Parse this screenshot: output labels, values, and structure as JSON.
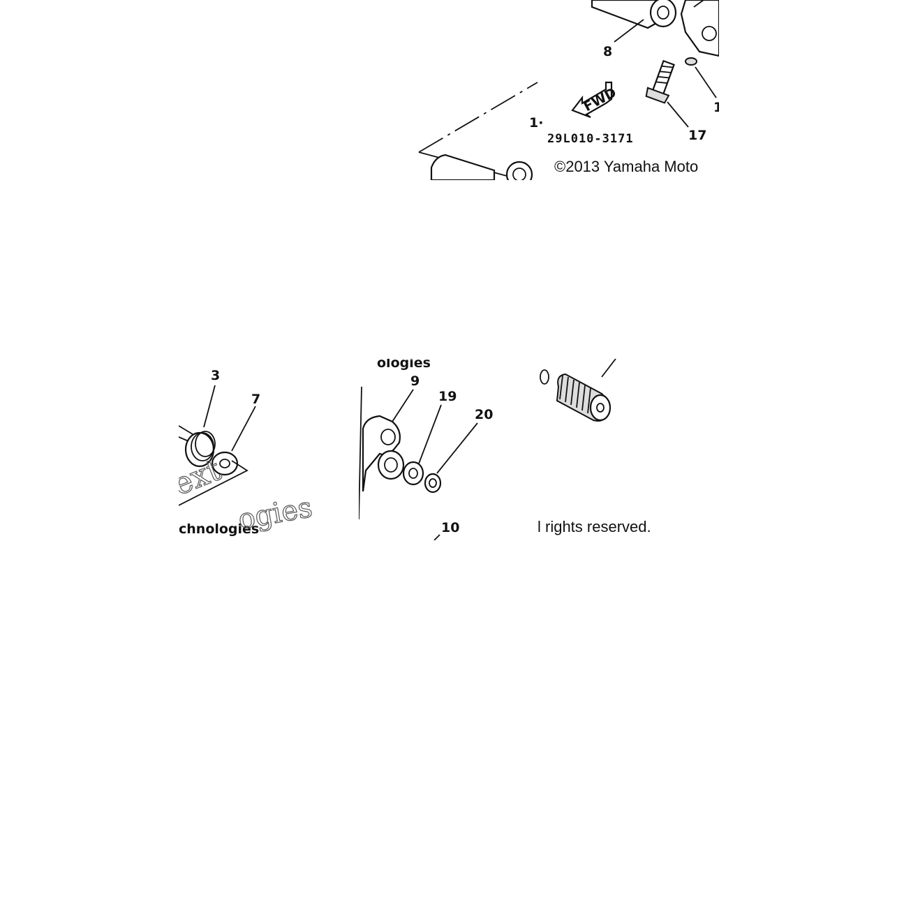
{
  "callouts": {
    "c8": "8",
    "c17": "17",
    "c14": "1·",
    "c15": "1",
    "c3": "3",
    "c7": "7",
    "c9": "9",
    "c19": "19",
    "c20": "20",
    "c10": "10"
  },
  "fwd_label": "FWD",
  "drawing_code": "29L010-3171",
  "copyright": "©2013 Yamaha Moto",
  "rights": "l rights reserved.",
  "watermarks": {
    "w1": "ext",
    "w2": "chnologies",
    "w3": "ogies",
    "w4": "ologies"
  }
}
